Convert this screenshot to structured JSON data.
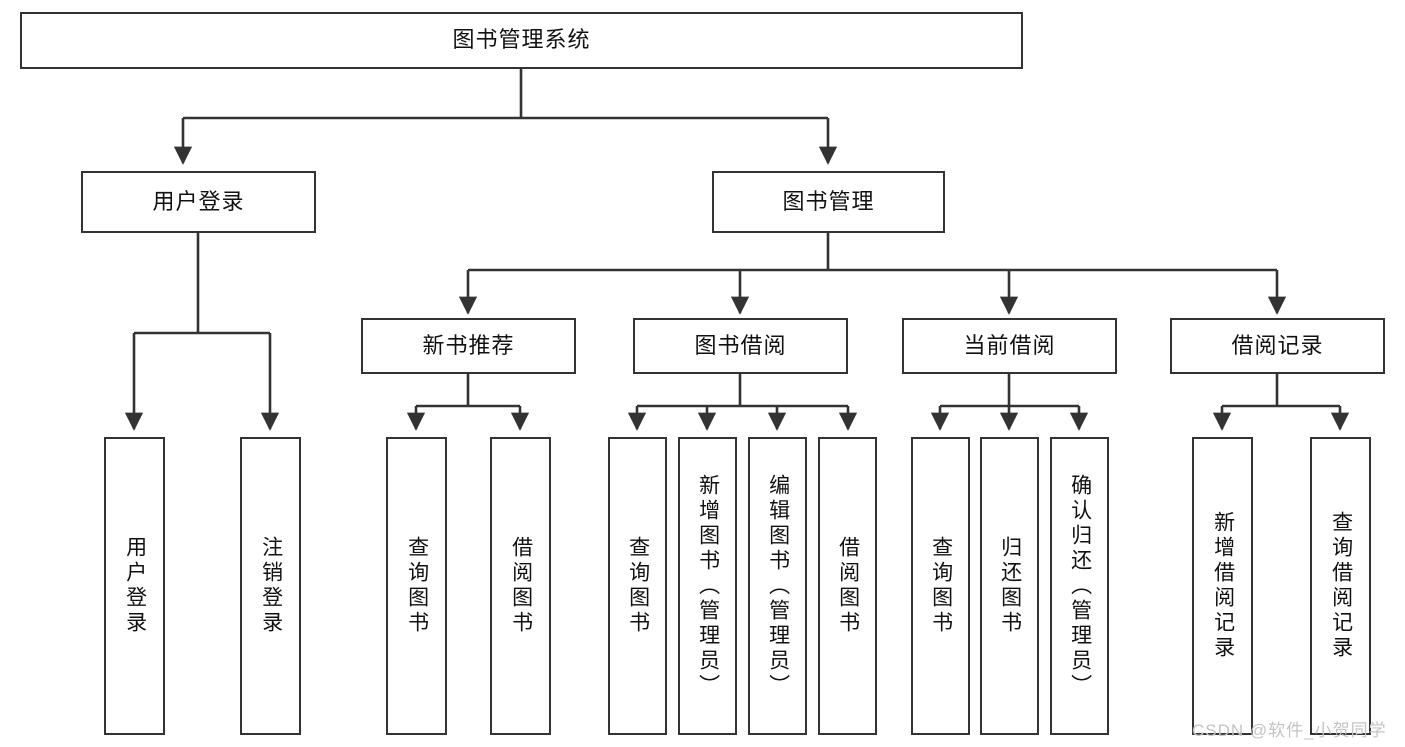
{
  "diagram": {
    "title": "图书管理系统",
    "type": "tree-hierarchy-diagram",
    "style": {
      "background": "#ffffff",
      "box_border": "#333333",
      "box_fill": "#ffffff",
      "connector": "#333333",
      "text": "#111111",
      "watermark": "#c4c4c4"
    },
    "root": {
      "label": "图书管理系统"
    },
    "level2": [
      {
        "label": "用户登录"
      },
      {
        "label": "图书管理"
      }
    ],
    "level3": [
      {
        "label": "新书推荐"
      },
      {
        "label": "图书借阅"
      },
      {
        "label": "当前借阅"
      },
      {
        "label": "借阅记录"
      }
    ],
    "leaves": {
      "user_login": [
        {
          "label": "用户登录"
        },
        {
          "label": "注销登录"
        }
      ],
      "new_book_recommend": [
        {
          "label": "查询图书"
        },
        {
          "label": "借阅图书"
        }
      ],
      "book_borrow": [
        {
          "label": "查询图书"
        },
        {
          "label": "新增图书（管理员）"
        },
        {
          "label": "编辑图书（管理员）"
        },
        {
          "label": "借阅图书"
        }
      ],
      "current_borrow": [
        {
          "label": "查询图书"
        },
        {
          "label": "归还图书"
        },
        {
          "label": "确认归还（管理员）"
        }
      ],
      "borrow_record": [
        {
          "label": "新增借阅记录"
        },
        {
          "label": "查询借阅记录"
        }
      ]
    },
    "watermark": "CSDN @软件_小贺同学"
  }
}
